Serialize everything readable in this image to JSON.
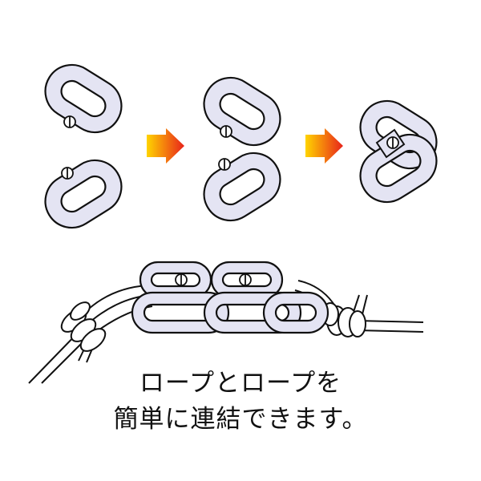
{
  "caption": {
    "line1": "ロープとロープを",
    "line2": "簡単に連結できます。"
  },
  "steps": [
    {
      "name": "separated-links",
      "arrow_after": true
    },
    {
      "name": "joined-links",
      "arrow_after": true
    },
    {
      "name": "interlocked-link",
      "arrow_after": false
    }
  ],
  "colors": {
    "link_fill": "#e4e4f3",
    "outline": "#111111",
    "arrow_start": "#ffd400",
    "arrow_end": "#e8231b",
    "background": "#ffffff"
  },
  "icons": [
    "chain-link-icon",
    "arrow-right-icon",
    "rope-knot-icon",
    "screw-icon"
  ]
}
